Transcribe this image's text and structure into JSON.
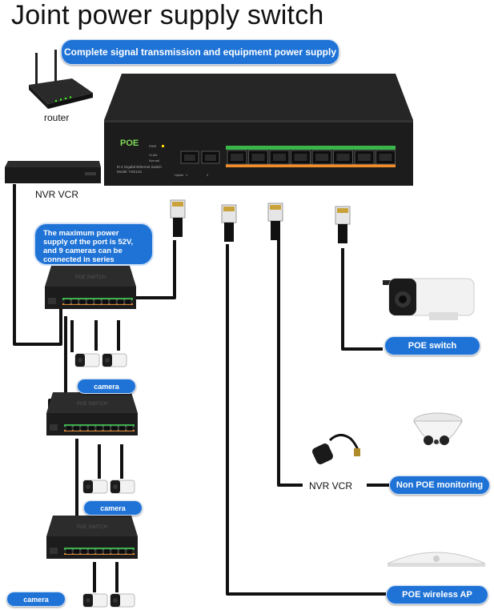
{
  "title": "Joint power supply switch",
  "banner": "Complete signal transmission and equipment power supply",
  "labels": {
    "router": "router",
    "nvr_top": "NVR VCR",
    "nvr_bottom": "NVR VCR"
  },
  "callout": "The maximum power supply of the port is 52V, and 9 cameras can be connected in series",
  "camera_labels": [
    "camera",
    "camera",
    "camera"
  ],
  "device_labels": {
    "poe_switch": "POE switch",
    "non_poe": "Non POE monitoring",
    "wireless_ap": "POE wireless AP"
  },
  "main_switch": {
    "brand": "POE",
    "model_line": "8+2 Gigabit Ethernet Switch",
    "model": "Model: TXE143",
    "uplink": "Uplink",
    "led_labels": [
      "PWR",
      "VLAN",
      "Normal"
    ],
    "uplink_ports": [
      "1",
      "2"
    ]
  },
  "small_switch_label": "POE SWITCH",
  "colors": {
    "accent_blue": "#1f73d6",
    "switch_body": "#1c1c1c",
    "port_stripe_green": "#39b54a",
    "port_stripe_orange": "#f28c28",
    "cable": "#111111"
  }
}
